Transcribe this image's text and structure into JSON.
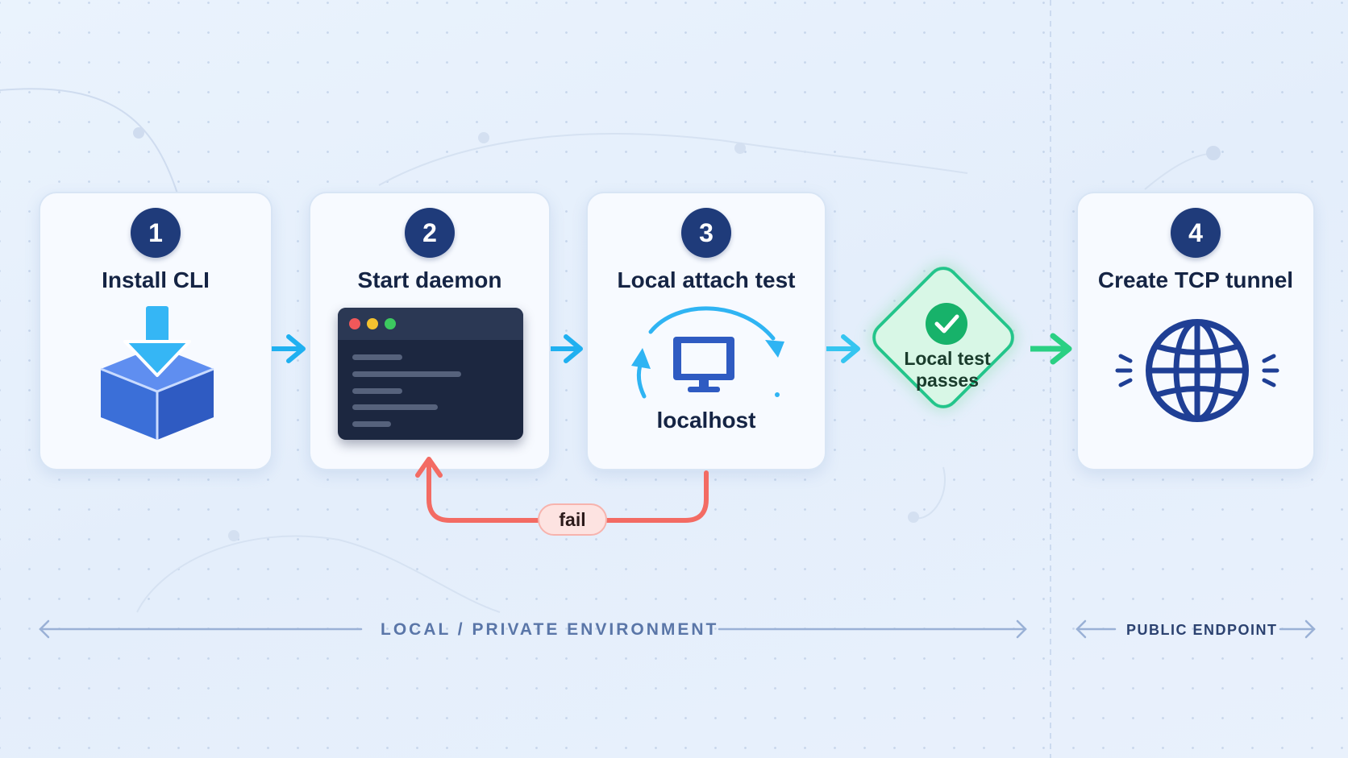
{
  "steps": [
    {
      "number": "1",
      "title": "Install CLI",
      "icon": "install-box-icon"
    },
    {
      "number": "2",
      "title": "Start daemon",
      "icon": "terminal-window-icon"
    },
    {
      "number": "3",
      "title": "Local attach test",
      "icon": "monitor-refresh-icon",
      "caption": "localhost"
    },
    {
      "number": "4",
      "title": "Create TCP tunnel",
      "icon": "globe-icon"
    }
  ],
  "decision": {
    "label": "Local test passes",
    "line1": "Local test",
    "line2": "passes",
    "icon": "checkmark-icon",
    "color": "#22c58b"
  },
  "fail_loop": {
    "label": "fail",
    "color": "#f36b63"
  },
  "zones": {
    "local": "LOCAL / PRIVATE ENVIRONMENT",
    "public": "PUBLIC ENDPOINT"
  },
  "colors": {
    "badge": "#1f3b7a",
    "flow_arrow": "#1fb0f0",
    "success_arrow": "#2ad083",
    "fail_arrow": "#f36b63"
  }
}
